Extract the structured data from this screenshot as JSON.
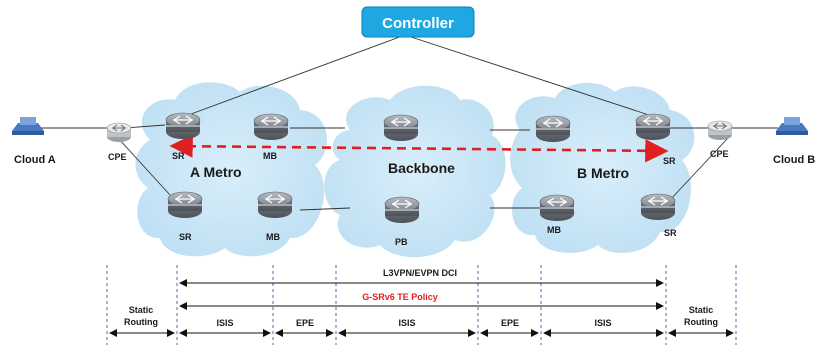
{
  "controller": {
    "label": "Controller"
  },
  "clouds": {
    "left": "Cloud A",
    "right": "Cloud B"
  },
  "regions": {
    "a_metro": "A Metro",
    "backbone": "Backbone",
    "b_metro": "B Metro"
  },
  "nodes": {
    "cpe_left": "CPE",
    "cpe_right": "CPE",
    "sr_a_top": "SR",
    "sr_a_bottom": "SR",
    "mb_a_top": "MB",
    "mb_a_bottom": "MB",
    "pb": "PB",
    "mb_b_bottom": "MB",
    "sr_b_top": "SR",
    "sr_b_bottom": "SR"
  },
  "spans": {
    "l3vpn": "L3VPN/EVPN  DCI",
    "srv6": "G-SRv6 TE Policy",
    "static_left": [
      "Static",
      "Routing"
    ],
    "static_right": [
      "Static",
      "Routing"
    ],
    "isis_1": "ISIS",
    "epe_1": "EPE",
    "isis_2": "ISIS",
    "epe_2": "EPE",
    "isis_3": "ISIS"
  },
  "colors": {
    "controller_bg": "#1ea7e1",
    "cloud_fill": "#cfe8f7",
    "policy_red": "#e02020",
    "router_gray": "#8a8f96"
  },
  "icons": [
    "router-icon",
    "cpe-router-icon",
    "cloud-server-icon"
  ]
}
